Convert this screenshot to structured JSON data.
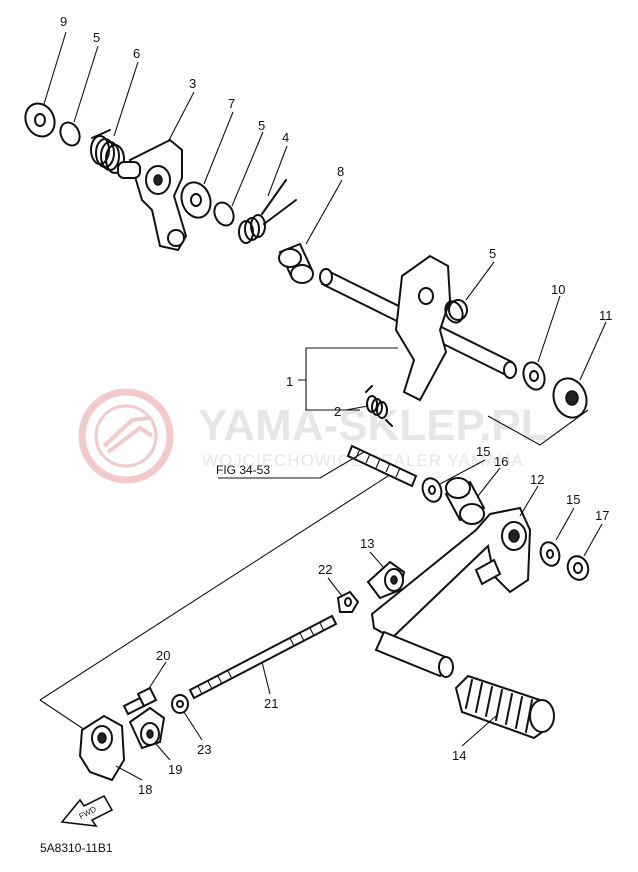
{
  "diagram": {
    "callouts": [
      {
        "id": "9",
        "label": "9"
      },
      {
        "id": "5a",
        "label": "5"
      },
      {
        "id": "6",
        "label": "6"
      },
      {
        "id": "3",
        "label": "3"
      },
      {
        "id": "7",
        "label": "7"
      },
      {
        "id": "5b",
        "label": "5"
      },
      {
        "id": "4",
        "label": "4"
      },
      {
        "id": "8",
        "label": "8"
      },
      {
        "id": "5c",
        "label": "5"
      },
      {
        "id": "10",
        "label": "10"
      },
      {
        "id": "11",
        "label": "11"
      },
      {
        "id": "1",
        "label": "1"
      },
      {
        "id": "2",
        "label": "2"
      },
      {
        "id": "15a",
        "label": "15"
      },
      {
        "id": "16",
        "label": "16"
      },
      {
        "id": "12",
        "label": "12"
      },
      {
        "id": "15b",
        "label": "15"
      },
      {
        "id": "17",
        "label": "17"
      },
      {
        "id": "13",
        "label": "13"
      },
      {
        "id": "22",
        "label": "22"
      },
      {
        "id": "20",
        "label": "20"
      },
      {
        "id": "21",
        "label": "21"
      },
      {
        "id": "23",
        "label": "23"
      },
      {
        "id": "19",
        "label": "19"
      },
      {
        "id": "18",
        "label": "18"
      },
      {
        "id": "14",
        "label": "14"
      }
    ],
    "fig_reference": "FIG 34-53",
    "fwd_label": "FWD",
    "part_code": "5A8310-11B1"
  },
  "watermark": {
    "title": "YAMA-SKLEP.PL",
    "subtitle": "WOJCIECHOWICZ DEALER YAMAHA",
    "color": "#e8e8e8",
    "logo_color": "#f2c8c8"
  }
}
